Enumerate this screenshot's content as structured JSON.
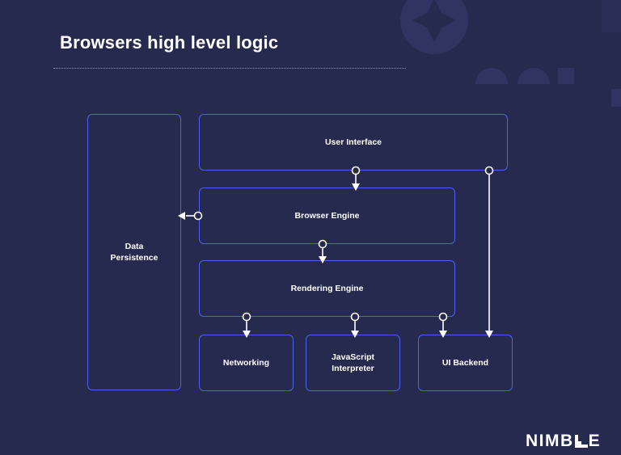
{
  "title": "Browsers high level logic",
  "brand": {
    "name_start": "NIMB",
    "name_end": "E",
    "mark_icon": "stairs-l-icon"
  },
  "diagram": {
    "nodes": {
      "data_persistence": "Data\nPersistence",
      "user_interface": "User Interface",
      "browser_engine": "Browser Engine",
      "rendering_engine": "Rendering Engine",
      "networking": "Networking",
      "javascript_interpreter": "JavaScript\nInterpreter",
      "ui_backend": "UI Backend"
    },
    "edges": [
      {
        "from": "User Interface",
        "to": "Browser Engine"
      },
      {
        "from": "User Interface",
        "to": "UI Backend"
      },
      {
        "from": "Browser Engine",
        "to": "Data Persistence"
      },
      {
        "from": "Browser Engine",
        "to": "Rendering Engine"
      },
      {
        "from": "Rendering Engine",
        "to": "Networking"
      },
      {
        "from": "Rendering Engine",
        "to": "JavaScript Interpreter"
      },
      {
        "from": "Rendering Engine",
        "to": "UI Backend"
      }
    ]
  },
  "colors": {
    "background": "#262a4f",
    "box_border": "#4d60f0",
    "connector": "#ffffff",
    "decoration": "#2f3460"
  }
}
